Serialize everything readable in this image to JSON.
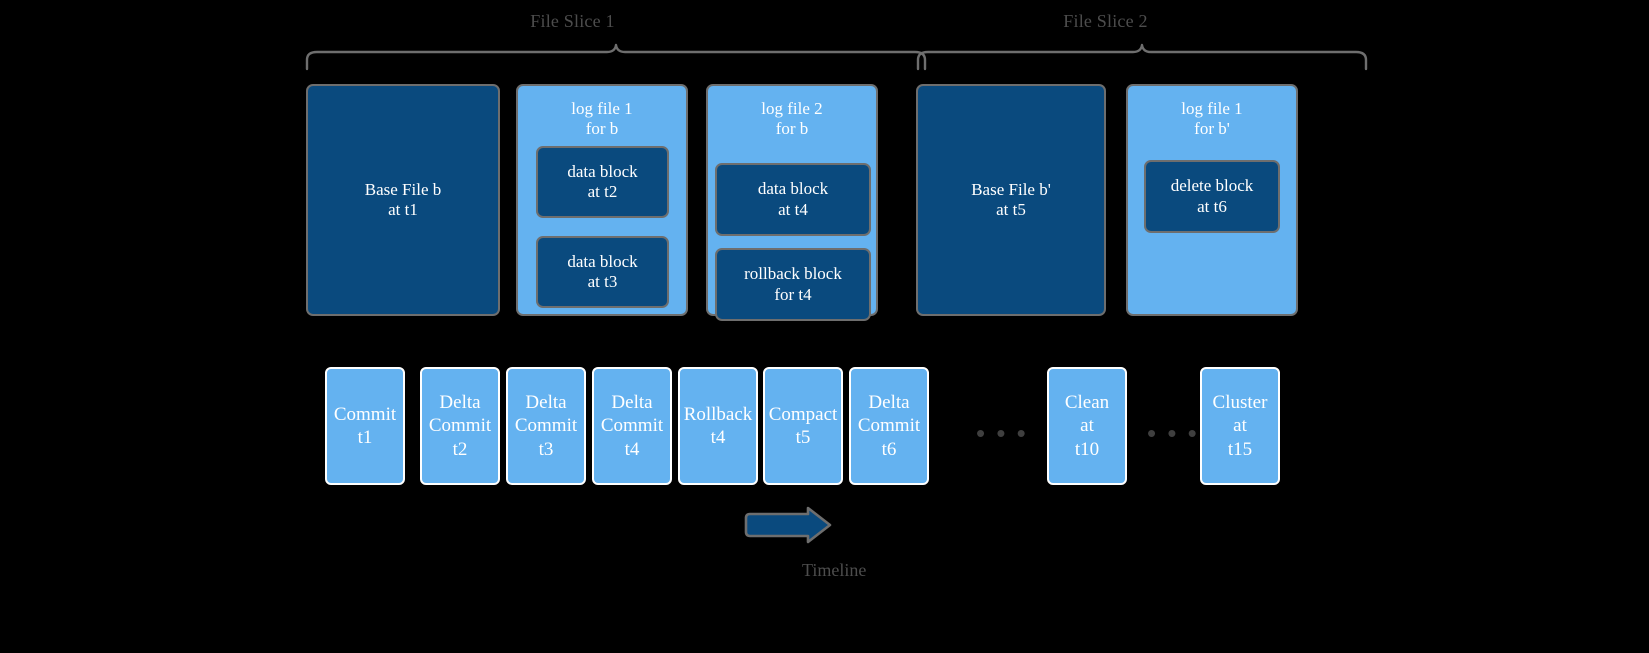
{
  "diagram": {
    "title_slice1": "File Slice 1",
    "title_slice2": "File Slice 2",
    "timeline_label": "Timeline",
    "ellipsis": "• • •",
    "colors": {
      "background": "#000000",
      "navy": "#0a4a7e",
      "light_blue": "#64b2f0",
      "border_gray": "#6e6e6e",
      "label_gray": "#4d4d4d",
      "white": "#ffffff"
    }
  },
  "slices": [
    {
      "name": "File Slice 1",
      "items": [
        {
          "kind": "base-file",
          "label": "Base File b\nat t1"
        },
        {
          "kind": "log-file",
          "label": "log file 1\nfor b",
          "blocks": [
            {
              "label": "data block\nat t2"
            },
            {
              "label": "data block\nat t3"
            }
          ]
        },
        {
          "kind": "log-file",
          "label": "log file 2\nfor b",
          "blocks": [
            {
              "label": "data block\nat t4"
            },
            {
              "label": "rollback block\nfor t4"
            }
          ]
        }
      ]
    },
    {
      "name": "File Slice 2",
      "items": [
        {
          "kind": "base-file",
          "label": "Base File b'\nat t5"
        },
        {
          "kind": "log-file",
          "label": "log file 1\nfor b'",
          "blocks": [
            {
              "label": "delete block\nat t6"
            }
          ]
        }
      ]
    }
  ],
  "timeline": {
    "entries": [
      {
        "label": "Commit\nt1"
      },
      {
        "label": "Delta\nCommit\nt2"
      },
      {
        "label": "Delta\nCommit\nt3"
      },
      {
        "label": "Delta\nCommit\nt4"
      },
      {
        "label": "Rollback\nt4"
      },
      {
        "label": "Compact\nt5"
      },
      {
        "label": "Delta\nCommit\nt6"
      },
      {
        "label": "Clean\nat\nt10"
      },
      {
        "label": "Cluster\nat\nt15"
      }
    ]
  }
}
